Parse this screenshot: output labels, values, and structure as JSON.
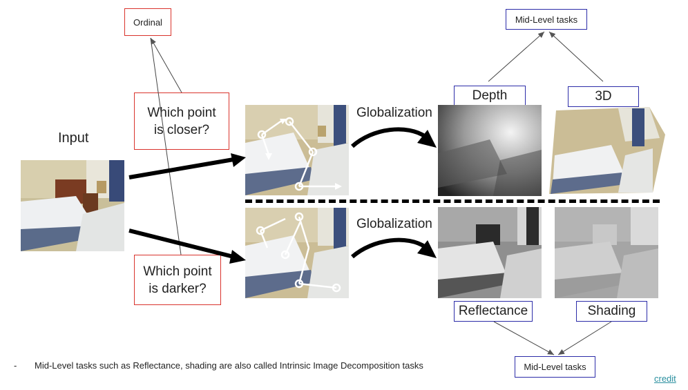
{
  "labels": {
    "ordinal": "Ordinal",
    "mid_level_top": "Mid-Level tasks",
    "mid_level_bottom": "Mid-Level tasks",
    "input": "Input",
    "q_closer_1": "Which point",
    "q_closer_2": "is closer?",
    "q_darker_1": "Which point",
    "q_darker_2": "is darker?",
    "globalization_top": "Globalization",
    "globalization_bottom": "Globalization",
    "depth": "Depth",
    "three_d": "3D",
    "reflectance": "Reflectance",
    "shading": "Shading"
  },
  "footer": {
    "bullet": "-",
    "note": "Mid-Level tasks such as Reflectance, shading are also called Intrinsic Image Decomposition tasks",
    "credit": "credit"
  },
  "colors": {
    "red_border": "#d9322b",
    "blue_border": "#2b2ba8",
    "link": "#2a8f9f"
  }
}
